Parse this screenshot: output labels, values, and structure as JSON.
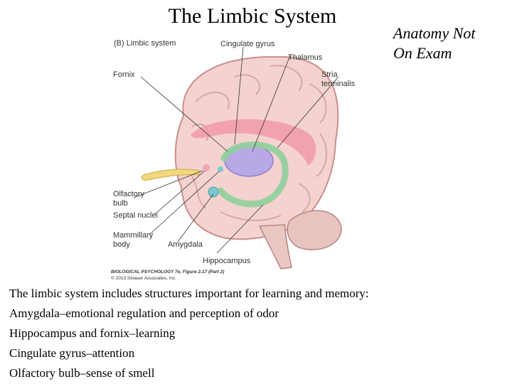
{
  "slide": {
    "title": "The Limbic System",
    "note_line1": "Anatomy  Not",
    "note_line2": "On Exam"
  },
  "figure": {
    "panel_label": "(B)  Limbic system",
    "labels": {
      "cingulate": "Cingulate gyrus",
      "thalamus": "Thalamus",
      "fornix": "Fornix",
      "stria1": "Stria",
      "stria2": "terminalis",
      "olfactory1": "Olfactory",
      "olfactory2": "bulb",
      "septal": "Septal nuclei",
      "mammillary1": "Mammillary",
      "mammillary2": "body",
      "amygdala": "Amygdala",
      "hippocampus": "Hippocampus"
    },
    "caption_line1": "BIOLOGICAL PSYCHOLOGY 7e, Figure 2.17 (Part 2)",
    "caption_line2": "© 2013 Sinauer Associates, Inc."
  },
  "bullets": [
    "The limbic system includes structures important for learning and memory:",
    "Amygdala–emotional regulation and perception of odor",
    "Hippocampus and fornix–learning",
    "Cingulate gyrus–attention",
    "Olfactory bulb–sense of smell"
  ]
}
